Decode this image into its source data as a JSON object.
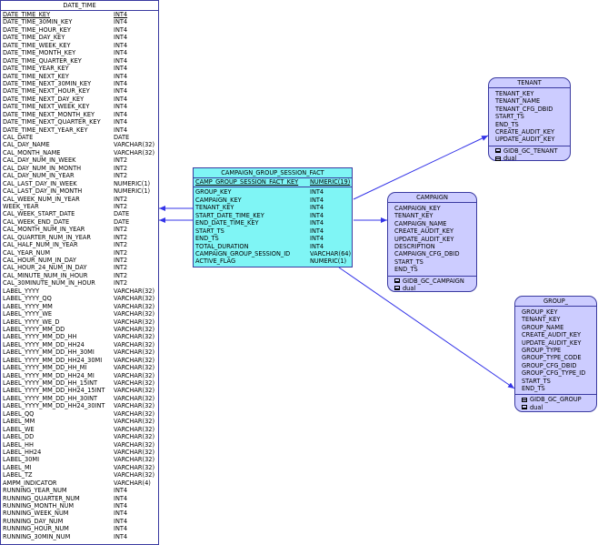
{
  "date_time": {
    "title": "DATE_TIME",
    "columns": [
      [
        "DATE_TIME_KEY",
        "INT4"
      ],
      [
        "DATE_TIME_30MIN_KEY",
        "INT4"
      ],
      [
        "DATE_TIME_HOUR_KEY",
        "INT4"
      ],
      [
        "DATE_TIME_DAY_KEY",
        "INT4"
      ],
      [
        "DATE_TIME_WEEK_KEY",
        "INT4"
      ],
      [
        "DATE_TIME_MONTH_KEY",
        "INT4"
      ],
      [
        "DATE_TIME_QUARTER_KEY",
        "INT4"
      ],
      [
        "DATE_TIME_YEAR_KEY",
        "INT4"
      ],
      [
        "DATE_TIME_NEXT_KEY",
        "INT4"
      ],
      [
        "DATE_TIME_NEXT_30MIN_KEY",
        "INT4"
      ],
      [
        "DATE_TIME_NEXT_HOUR_KEY",
        "INT4"
      ],
      [
        "DATE_TIME_NEXT_DAY_KEY",
        "INT4"
      ],
      [
        "DATE_TIME_NEXT_WEEK_KEY",
        "INT4"
      ],
      [
        "DATE_TIME_NEXT_MONTH_KEY",
        "INT4"
      ],
      [
        "DATE_TIME_NEXT_QUARTER_KEY",
        "INT4"
      ],
      [
        "DATE_TIME_NEXT_YEAR_KEY",
        "INT4"
      ],
      [
        "CAL_DATE",
        "DATE"
      ],
      [
        "CAL_DAY_NAME",
        "VARCHAR(32)"
      ],
      [
        "CAL_MONTH_NAME",
        "VARCHAR(32)"
      ],
      [
        "CAL_DAY_NUM_IN_WEEK",
        "INT2"
      ],
      [
        "CAL_DAY_NUM_IN_MONTH",
        "INT2"
      ],
      [
        "CAL_DAY_NUM_IN_YEAR",
        "INT2"
      ],
      [
        "CAL_LAST_DAY_IN_WEEK",
        "NUMERIC(1)"
      ],
      [
        "CAL_LAST_DAY_IN_MONTH",
        "NUMERIC(1)"
      ],
      [
        "CAL_WEEK_NUM_IN_YEAR",
        "INT2"
      ],
      [
        "WEEK_YEAR",
        "INT2"
      ],
      [
        "CAL_WEEK_START_DATE",
        "DATE"
      ],
      [
        "CAL_WEEK_END_DATE",
        "DATE"
      ],
      [
        "CAL_MONTH_NUM_IN_YEAR",
        "INT2"
      ],
      [
        "CAL_QUARTER_NUM_IN_YEAR",
        "INT2"
      ],
      [
        "CAL_HALF_NUM_IN_YEAR",
        "INT2"
      ],
      [
        "CAL_YEAR_NUM",
        "INT2"
      ],
      [
        "CAL_HOUR_NUM_IN_DAY",
        "INT2"
      ],
      [
        "CAL_HOUR_24_NUM_IN_DAY",
        "INT2"
      ],
      [
        "CAL_MINUTE_NUM_IN_HOUR",
        "INT2"
      ],
      [
        "CAL_30MINUTE_NUM_IN_HOUR",
        "INT2"
      ],
      [
        "LABEL_YYYY",
        "VARCHAR(32)"
      ],
      [
        "LABEL_YYYY_QQ",
        "VARCHAR(32)"
      ],
      [
        "LABEL_YYYY_MM",
        "VARCHAR(32)"
      ],
      [
        "LABEL_YYYY_WE",
        "VARCHAR(32)"
      ],
      [
        "LABEL_YYYY_WE_D",
        "VARCHAR(32)"
      ],
      [
        "LABEL_YYYY_MM_DD",
        "VARCHAR(32)"
      ],
      [
        "LABEL_YYYY_MM_DD_HH",
        "VARCHAR(32)"
      ],
      [
        "LABEL_YYYY_MM_DD_HH24",
        "VARCHAR(32)"
      ],
      [
        "LABEL_YYYY_MM_DD_HH_30MI",
        "VARCHAR(32)"
      ],
      [
        "LABEL_YYYY_MM_DD_HH24_30MI",
        "VARCHAR(32)"
      ],
      [
        "LABEL_YYYY_MM_DD_HH_MI",
        "VARCHAR(32)"
      ],
      [
        "LABEL_YYYY_MM_DD_HH24_MI",
        "VARCHAR(32)"
      ],
      [
        "LABEL_YYYY_MM_DD_HH_15INT",
        "VARCHAR(32)"
      ],
      [
        "LABEL_YYYY_MM_DD_HH24_15INT",
        "VARCHAR(32)"
      ],
      [
        "LABEL_YYYY_MM_DD_HH_30INT",
        "VARCHAR(32)"
      ],
      [
        "LABEL_YYYY_MM_DD_HH24_30INT",
        "VARCHAR(32)"
      ],
      [
        "LABEL_QQ",
        "VARCHAR(32)"
      ],
      [
        "LABEL_MM",
        "VARCHAR(32)"
      ],
      [
        "LABEL_WE",
        "VARCHAR(32)"
      ],
      [
        "LABEL_DD",
        "VARCHAR(32)"
      ],
      [
        "LABEL_HH",
        "VARCHAR(32)"
      ],
      [
        "LABEL_HH24",
        "VARCHAR(32)"
      ],
      [
        "LABEL_30MI",
        "VARCHAR(32)"
      ],
      [
        "LABEL_MI",
        "VARCHAR(32)"
      ],
      [
        "LABEL_TZ",
        "VARCHAR(32)"
      ],
      [
        "AMPM_INDICATOR",
        "VARCHAR(4)"
      ],
      [
        "RUNNING_YEAR_NUM",
        "INT4"
      ],
      [
        "RUNNING_QUARTER_NUM",
        "INT4"
      ],
      [
        "RUNNING_MONTH_NUM",
        "INT4"
      ],
      [
        "RUNNING_WEEK_NUM",
        "INT4"
      ],
      [
        "RUNNING_DAY_NUM",
        "INT4"
      ],
      [
        "RUNNING_HOUR_NUM",
        "INT4"
      ],
      [
        "RUNNING_30MIN_NUM",
        "INT4"
      ]
    ]
  },
  "fact": {
    "title": "CAMPAIGN_GROUP_SESSION_FACT",
    "pk": [
      "CAMP_GROUP_SESSION_FACT_KEY",
      "NUMERIC(19)"
    ],
    "columns": [
      [
        "GROUP_KEY",
        "INT4"
      ],
      [
        "CAMPAIGN_KEY",
        "INT4"
      ],
      [
        "TENANT_KEY",
        "INT4"
      ],
      [
        "START_DATE_TIME_KEY",
        "INT4"
      ],
      [
        "END_DATE_TIME_KEY",
        "INT4"
      ],
      [
        "START_TS",
        "INT4"
      ],
      [
        "END_TS",
        "INT4"
      ],
      [
        "TOTAL_DURATION",
        "INT4"
      ],
      [
        "CAMPAIGN_GROUP_SESSION_ID",
        "VARCHAR(64)"
      ],
      [
        "ACTIVE_FLAG",
        "NUMERIC(1)"
      ]
    ]
  },
  "tenant": {
    "title": "TENANT",
    "fields": [
      "TENANT_KEY",
      "TENANT_NAME",
      "TENANT_CFG_DBID",
      "START_TS",
      "END_TS",
      "CREATE_AUDIT_KEY",
      "UPDATE_AUDIT_KEY"
    ],
    "indexes": [
      "GIDB_GC_TENANT",
      "dual"
    ]
  },
  "campaign": {
    "title": "CAMPAIGN",
    "fields": [
      "CAMPAIGN_KEY",
      "TENANT_KEY",
      "CAMPAIGN_NAME",
      "CREATE_AUDIT_KEY",
      "UPDATE_AUDIT_KEY",
      "DESCRIPTION",
      "CAMPAIGN_CFG_DBID",
      "START_TS",
      "END_TS"
    ],
    "indexes": [
      "GIDB_GC_CAMPAIGN",
      "dual"
    ]
  },
  "group": {
    "title": "GROUP_",
    "fields": [
      "GROUP_KEY",
      "TENANT_KEY",
      "GROUP_NAME",
      "CREATE_AUDIT_KEY",
      "UPDATE_AUDIT_KEY",
      "GROUP_TYPE",
      "GROUP_TYPE_CODE",
      "GROUP_CFG_DBID",
      "GROUP_CFG_TYPE_ID",
      "START_TS",
      "END_TS"
    ],
    "indexes": [
      "GIDB_GC_GROUP",
      "dual"
    ]
  },
  "colors": {
    "line": "#3434e8",
    "fact_fill": "#7ff5f5",
    "dim_fill": "#ccccff",
    "border": "#3a3aa0"
  }
}
